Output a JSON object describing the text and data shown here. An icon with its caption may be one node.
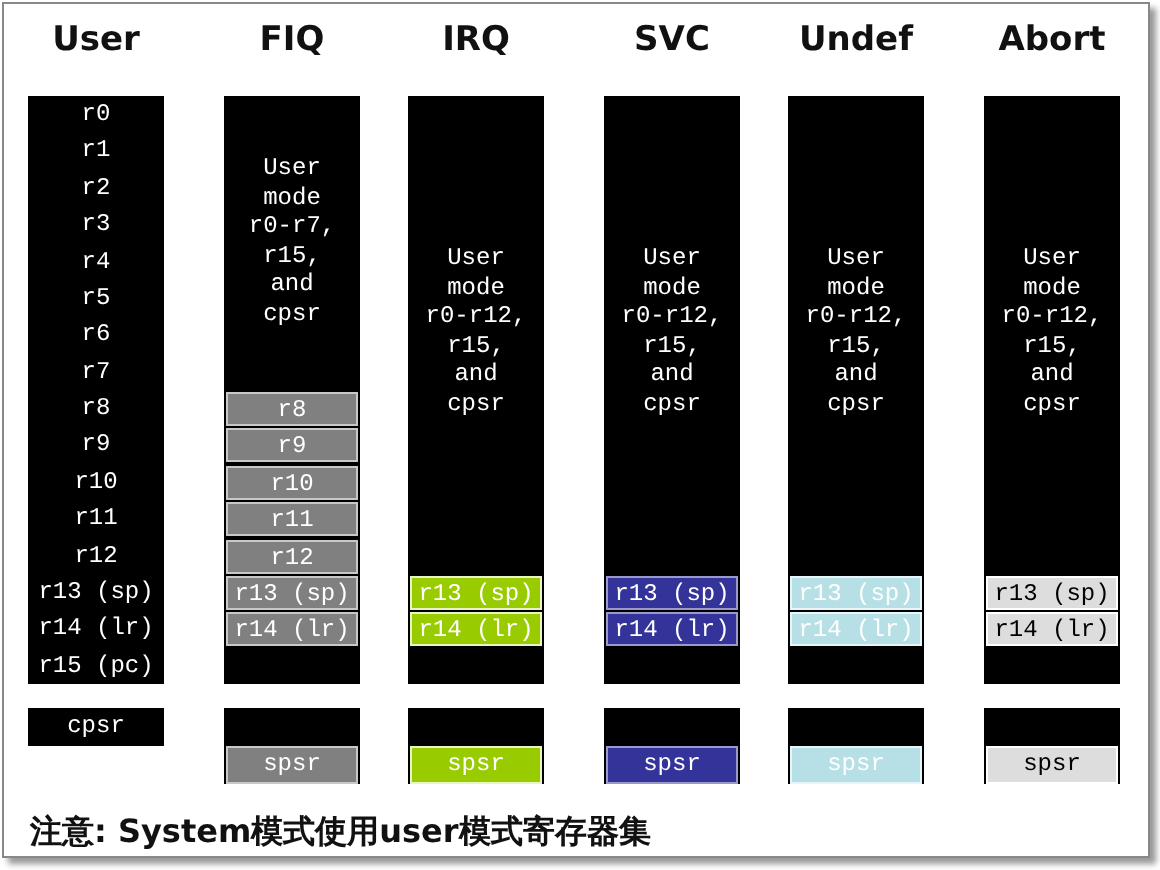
{
  "diagram": {
    "nodes": [
      {
        "text": [
          "User"
        ]
      },
      {
        "text": [
          "r0"
        ],
        "in": 0
      },
      {
        "text": [
          "r1"
        ],
        "in": 0
      },
      {
        "text": [
          "r2"
        ],
        "in": 0
      },
      {
        "text": [
          "r3"
        ],
        "in": 0
      },
      {
        "text": [
          "r4"
        ],
        "in": 0
      },
      {
        "text": [
          "r5"
        ],
        "in": 0
      },
      {
        "text": [
          "r6"
        ],
        "in": 0
      },
      {
        "text": [
          "r7"
        ],
        "in": 0
      },
      {
        "text": [
          "r8"
        ],
        "in": 0
      },
      {
        "text": [
          "r9"
        ],
        "in": 0
      },
      {
        "text": [
          "r10"
        ],
        "in": 0
      },
      {
        "text": [
          "r11"
        ],
        "in": 0
      },
      {
        "text": [
          "r12"
        ],
        "in": 0
      },
      {
        "text": [
          "r13 (sp)"
        ],
        "in": 0
      },
      {
        "text": [
          "r14 (lr)"
        ],
        "in": 0
      },
      {
        "text": [
          "r15 (pc)"
        ],
        "in": 0
      },
      {
        "text": [
          "cpsr"
        ]
      },
      {
        "text": [
          "FIQ",
          "User mode r0-r7, r15, and cpsr"
        ]
      },
      {
        "text": [
          "r8"
        ],
        "in": 18
      },
      {
        "text": [
          "r9"
        ],
        "in": 18
      },
      {
        "text": [
          "r10"
        ],
        "in": 18
      },
      {
        "text": [
          "r11"
        ],
        "in": 18
      },
      {
        "text": [
          "r12"
        ],
        "in": 18
      },
      {
        "text": [
          "r13 (sp)"
        ],
        "in": 18
      },
      {
        "text": [
          "r14 (lr)"
        ],
        "in": 18
      },
      {
        "text": [],
        "shape": "box"
      },
      {
        "text": [
          "spsr"
        ],
        "in": 26
      },
      {
        "text": [
          "IRQ",
          "User mode r0-r12, r15, and cpsr"
        ]
      },
      {
        "text": [
          "r13 (sp)"
        ],
        "in": 28
      },
      {
        "text": [
          "r14 (lr)"
        ],
        "in": 28
      },
      {
        "text": [],
        "shape": "box"
      },
      {
        "text": [
          "spsr"
        ],
        "in": 31
      },
      {
        "text": [
          "SVC",
          "User mode r0-r12, r15, and cpsr"
        ]
      },
      {
        "text": [
          "r13 (sp)"
        ],
        "in": 33
      },
      {
        "text": [
          "r14 (lr)"
        ],
        "in": 33
      },
      {
        "text": [],
        "shape": "box"
      },
      {
        "text": [
          "spsr"
        ],
        "in": 36
      },
      {
        "text": [
          "Undef",
          "User mode r0-r12, r15, and cpsr"
        ]
      },
      {
        "text": [
          "r13 (sp)"
        ],
        "in": 38
      },
      {
        "text": [
          "r14 (lr)"
        ],
        "in": 38
      },
      {
        "text": [],
        "shape": "box"
      },
      {
        "text": [
          "spsr"
        ],
        "in": 41
      },
      {
        "text": [
          "Abort",
          "User mode r0-r12, r15, and cpsr"
        ]
      },
      {
        "text": [
          "r13 (sp)"
        ],
        "in": 43
      },
      {
        "text": [
          "r14 (lr)"
        ],
        "in": 43
      },
      {
        "text": [],
        "shape": "box"
      },
      {
        "text": [
          "spsr"
        ],
        "in": 46
      }
    ],
    "labels": [
      "注意: System模式使用user模式寄存器集"
    ]
  }
}
